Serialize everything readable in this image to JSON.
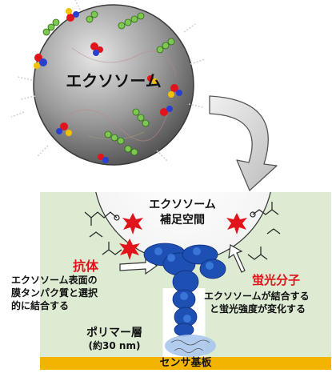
{
  "exosome": {
    "label": "エクソソーム"
  },
  "capture_space": {
    "line1": "エクソソーム",
    "line2": "補足空間"
  },
  "antibody": {
    "title": "抗体",
    "desc1": "エクソソーム表面の",
    "desc2": "膜タンパク質と選択",
    "desc3": "的に結合する"
  },
  "fluorescent": {
    "title": "蛍光分子",
    "desc1": "エクソソームが結合する",
    "desc2": "と蛍光強度が変化する"
  },
  "polymer": {
    "line1": "ポリマー層",
    "line2": "(約30 nm)"
  },
  "substrate": {
    "label": "センサ基板"
  },
  "colors": {
    "sensor_bg": "#dcebd2",
    "substrate": "#f3b400",
    "accent_red": "#e0141a",
    "antibody_blue": "#1e50b4",
    "sphere_gray": "#8a8a8a"
  }
}
